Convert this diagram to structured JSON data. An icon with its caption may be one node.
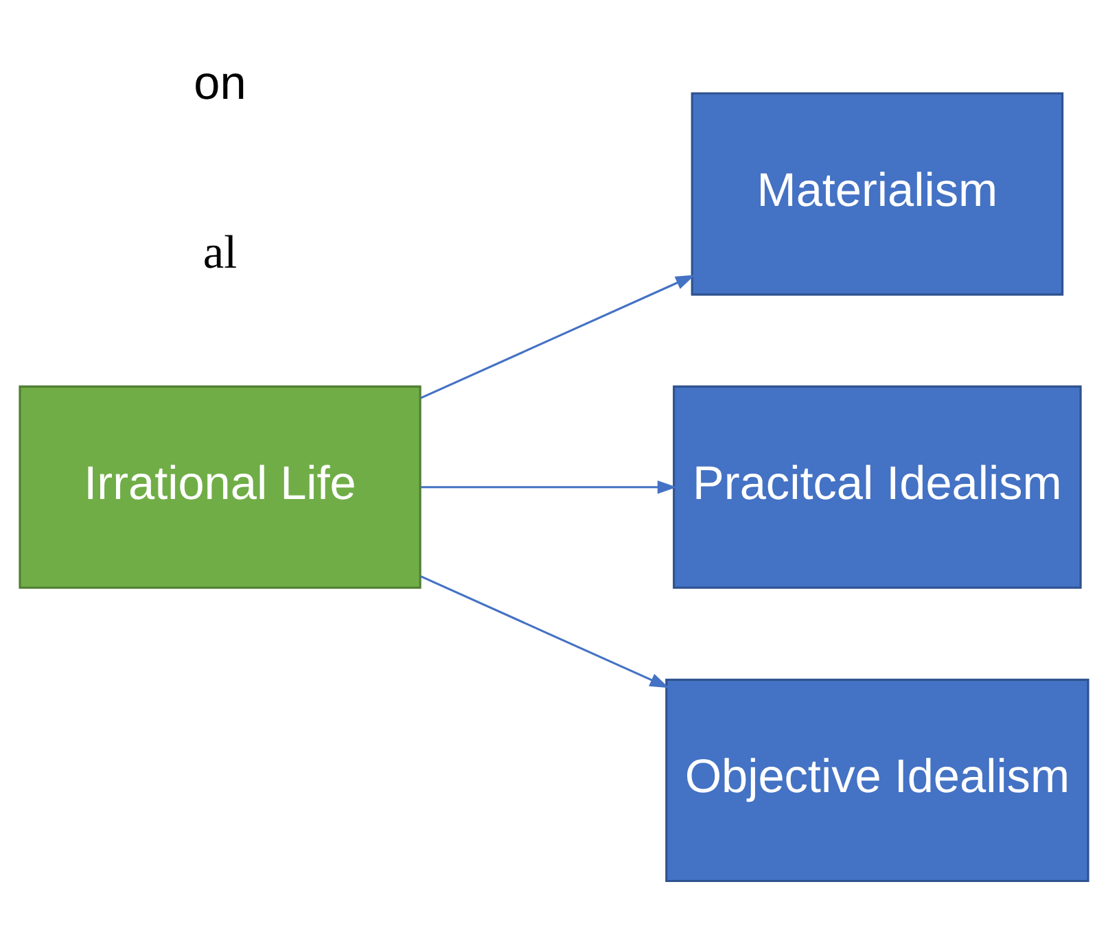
{
  "diagram": {
    "nodes": [
      {
        "text": [
          "Irrational Life"
        ]
      },
      {
        "text": [
          "Materialism"
        ]
      },
      {
        "text": [
          "Pracitcal Idealism"
        ]
      },
      {
        "text": [
          "Objective Idealism"
        ]
      }
    ],
    "edges": [
      {
        "from": 0,
        "to": 1,
        "arrow": "to"
      },
      {
        "from": 0,
        "to": 2,
        "arrow": "to"
      },
      {
        "from": 0,
        "to": 3,
        "arrow": "to"
      }
    ],
    "labels": [
      "al",
      "on"
    ]
  }
}
